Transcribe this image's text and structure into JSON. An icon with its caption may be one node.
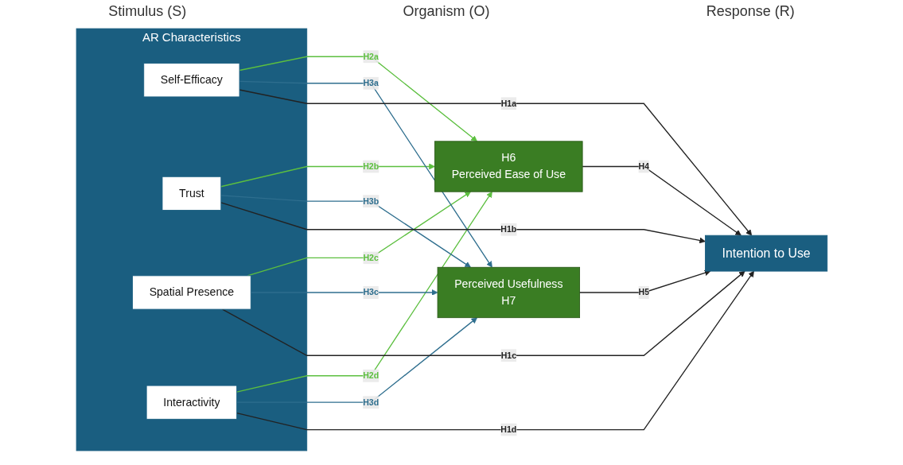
{
  "diagram": {
    "nodes": [
      {
        "text": [
          "AR Characteristics"
        ]
      },
      {
        "text": [
          "Self-Efficacy"
        ],
        "in": 0
      },
      {
        "text": [
          "Trust"
        ],
        "in": 0
      },
      {
        "text": [
          "Spatial Presence"
        ],
        "in": 0
      },
      {
        "text": [
          "Interactivity"
        ],
        "in": 0
      },
      {
        "text": [
          "H6",
          "Perceived Ease of Use"
        ]
      },
      {
        "text": [
          "Perceived Usefulness",
          "H7"
        ]
      },
      {
        "text": [
          "Intention to Use"
        ]
      }
    ],
    "edges": [
      {
        "from": 1,
        "to": 5,
        "arrow": "to",
        "label": "H2a",
        "color": "#5cbf3f"
      },
      {
        "from": 2,
        "to": 5,
        "arrow": "to",
        "label": "H2b",
        "color": "#5cbf3f"
      },
      {
        "from": 3,
        "to": 5,
        "arrow": "to",
        "label": "H2c",
        "color": "#5cbf3f"
      },
      {
        "from": 4,
        "to": 5,
        "arrow": "to",
        "label": "H2d",
        "color": "#5cbf3f"
      },
      {
        "from": 1,
        "to": 6,
        "arrow": "to",
        "label": "H3a",
        "color": "#2e6e8e"
      },
      {
        "from": 2,
        "to": 6,
        "arrow": "to",
        "label": "H3b",
        "color": "#2e6e8e"
      },
      {
        "from": 3,
        "to": 6,
        "arrow": "to",
        "label": "H3c",
        "color": "#2e6e8e"
      },
      {
        "from": 4,
        "to": 6,
        "arrow": "to",
        "label": "H3d",
        "color": "#2e6e8e"
      },
      {
        "from": 1,
        "to": 7,
        "arrow": "to",
        "label": "H1a"
      },
      {
        "from": 2,
        "to": 7,
        "arrow": "to",
        "label": "H1b"
      },
      {
        "from": 3,
        "to": 7,
        "arrow": "to",
        "label": "H1c"
      },
      {
        "from": 4,
        "to": 7,
        "arrow": "to",
        "label": "H1d"
      },
      {
        "from": 5,
        "to": 7,
        "arrow": "to",
        "label": "H4"
      },
      {
        "from": 6,
        "to": 7,
        "arrow": "to",
        "label": "H5"
      }
    ],
    "labels": [
      "Stimulus (S)",
      "Organism (O)",
      "Response (R)"
    ]
  }
}
